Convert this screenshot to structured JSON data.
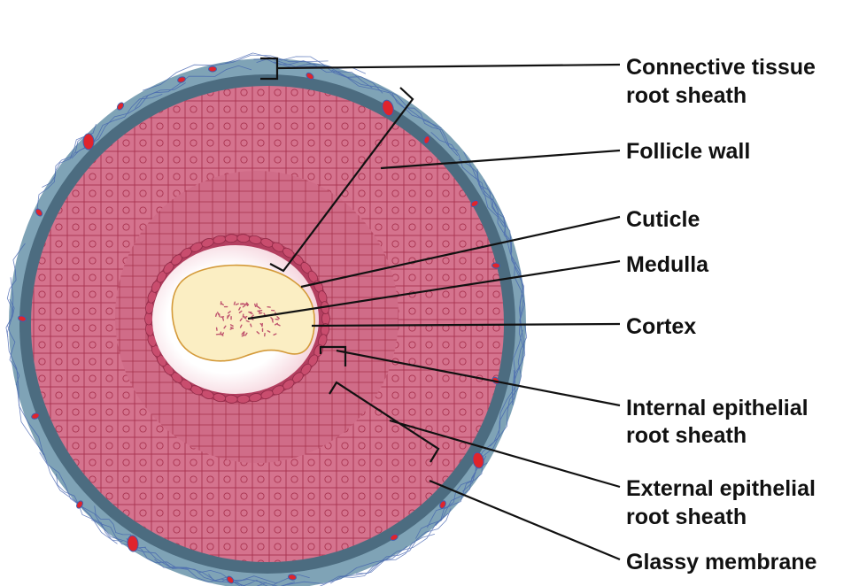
{
  "labels": [
    {
      "id": "connective-tissue-root-sheath",
      "lines": [
        "Connective tissue",
        "root sheath"
      ]
    },
    {
      "id": "follicle-wall",
      "lines": [
        "Follicle wall"
      ]
    },
    {
      "id": "cuticle",
      "lines": [
        "Cuticle"
      ]
    },
    {
      "id": "medulla",
      "lines": [
        "Medulla"
      ]
    },
    {
      "id": "cortex",
      "lines": [
        "Cortex"
      ]
    },
    {
      "id": "internal-epithelial-root-sheath",
      "lines": [
        "Internal epithelial",
        "root sheath"
      ]
    },
    {
      "id": "external-epithelial-root-sheath",
      "lines": [
        "External epithelial",
        "root sheath"
      ]
    },
    {
      "id": "glassy-membrane",
      "lines": [
        "Glassy membrane"
      ]
    }
  ],
  "colors": {
    "connective": "#7fa3b6",
    "glassy": "#4c6c80",
    "epithelium": "#d5738e",
    "epithelium_dark": "#b33f60",
    "cuticle_white": "#fbe9ee",
    "cortex": "#fbeec3",
    "cortex_outline": "#d49a3a",
    "blood": "#e0242c",
    "fiber": "#3f5fae",
    "leader": "#111111"
  }
}
